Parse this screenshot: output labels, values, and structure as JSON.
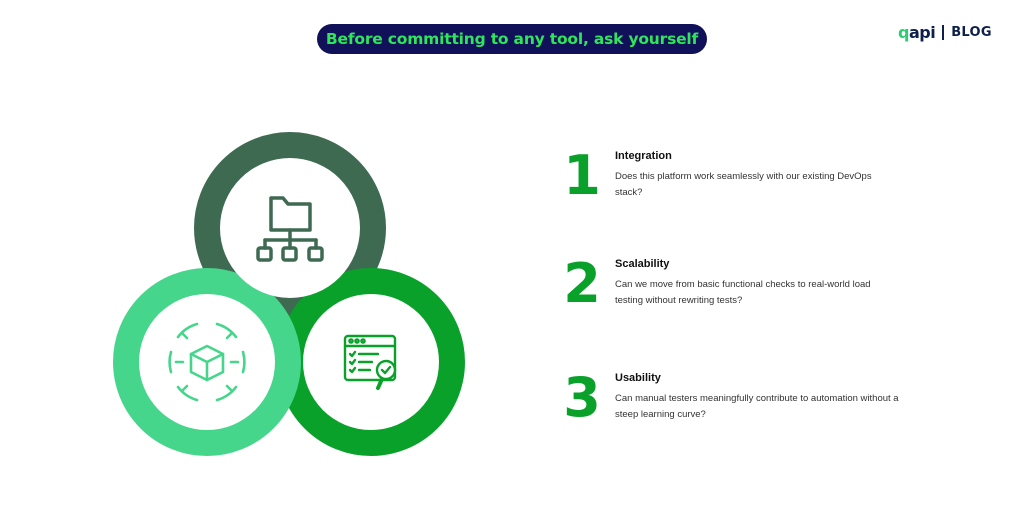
{
  "header": {
    "title": "Before committing to any tool, ask yourself"
  },
  "logo": {
    "brand": "qapi",
    "section": "BLOG"
  },
  "diagram": {
    "rings": [
      {
        "name": "top",
        "color": "#3e6a52",
        "icon": "folder-hierarchy-icon"
      },
      {
        "name": "left",
        "color": "#45d68b",
        "icon": "cube-arrows-icon"
      },
      {
        "name": "right",
        "color": "#0aa12b",
        "icon": "checklist-magnifier-icon"
      }
    ]
  },
  "questions": [
    {
      "number": "1",
      "heading": "Integration",
      "text": "Does this platform work seamlessly with our existing DevOps stack?"
    },
    {
      "number": "2",
      "heading": "Scalability",
      "text": "Can we move from basic functional checks to real-world load testing without rewriting tests?"
    },
    {
      "number": "3",
      "heading": "Usability",
      "text": "Can manual testers meaningfully contribute to automation without a steep learning curve?"
    }
  ]
}
